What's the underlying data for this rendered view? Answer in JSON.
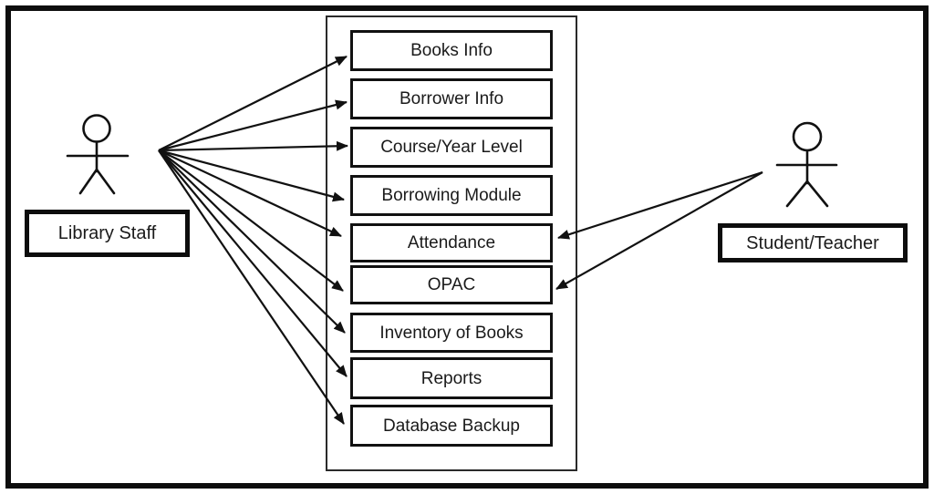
{
  "diagram_type": "use-case-diagram",
  "actors": [
    {
      "id": "library-staff",
      "label": "Library Staff",
      "side": "left"
    },
    {
      "id": "student-teacher",
      "label": "Student/Teacher",
      "side": "right"
    }
  ],
  "system": {
    "use_cases": [
      {
        "id": "books-info",
        "label": "Books Info"
      },
      {
        "id": "borrower-info",
        "label": "Borrower Info"
      },
      {
        "id": "course-year-level",
        "label": "Course/Year Level"
      },
      {
        "id": "borrowing-module",
        "label": "Borrowing Module"
      },
      {
        "id": "attendance",
        "label": "Attendance"
      },
      {
        "id": "opac",
        "label": "OPAC"
      },
      {
        "id": "inventory-of-books",
        "label": "Inventory of Books"
      },
      {
        "id": "reports",
        "label": "Reports"
      },
      {
        "id": "database-backup",
        "label": "Database Backup"
      }
    ]
  },
  "relationships": [
    {
      "from": "library-staff",
      "to": "books-info"
    },
    {
      "from": "library-staff",
      "to": "borrower-info"
    },
    {
      "from": "library-staff",
      "to": "course-year-level"
    },
    {
      "from": "library-staff",
      "to": "borrowing-module"
    },
    {
      "from": "library-staff",
      "to": "attendance"
    },
    {
      "from": "library-staff",
      "to": "opac"
    },
    {
      "from": "library-staff",
      "to": "inventory-of-books"
    },
    {
      "from": "library-staff",
      "to": "reports"
    },
    {
      "from": "library-staff",
      "to": "database-backup"
    },
    {
      "from": "student-teacher",
      "to": "attendance"
    },
    {
      "from": "student-teacher",
      "to": "opac"
    }
  ],
  "colors": {
    "background": "#ffffff",
    "stroke": "#111111",
    "text": "#1a1a1a"
  }
}
